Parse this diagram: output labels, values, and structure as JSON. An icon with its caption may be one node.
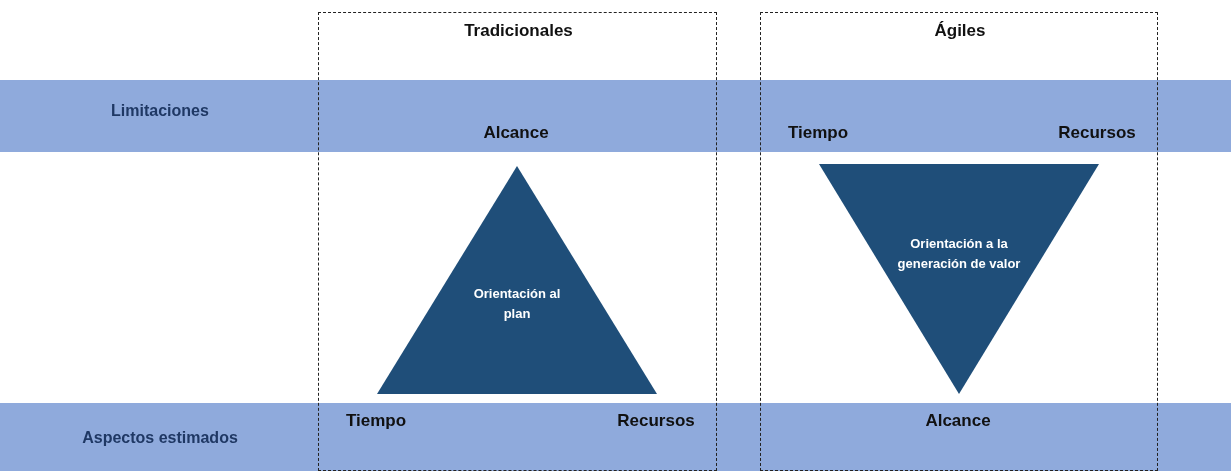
{
  "diagram": {
    "nodes": [
      {
        "text": [
          "Limitaciones"
        ]
      },
      {
        "text": [
          "Aspectos estimados"
        ]
      },
      {
        "text": [
          "Tradicionales"
        ]
      },
      {
        "text": [
          "Ágiles"
        ]
      },
      {
        "text": [
          "Orientación al plan"
        ],
        "in": 2
      },
      {
        "text": [
          "Orientación a la generación de valor"
        ],
        "in": 3
      }
    ],
    "labels": [
      "Alcance",
      "Tiempo",
      "Recursos",
      "Tiempo",
      "Recursos",
      "Alcance"
    ]
  }
}
